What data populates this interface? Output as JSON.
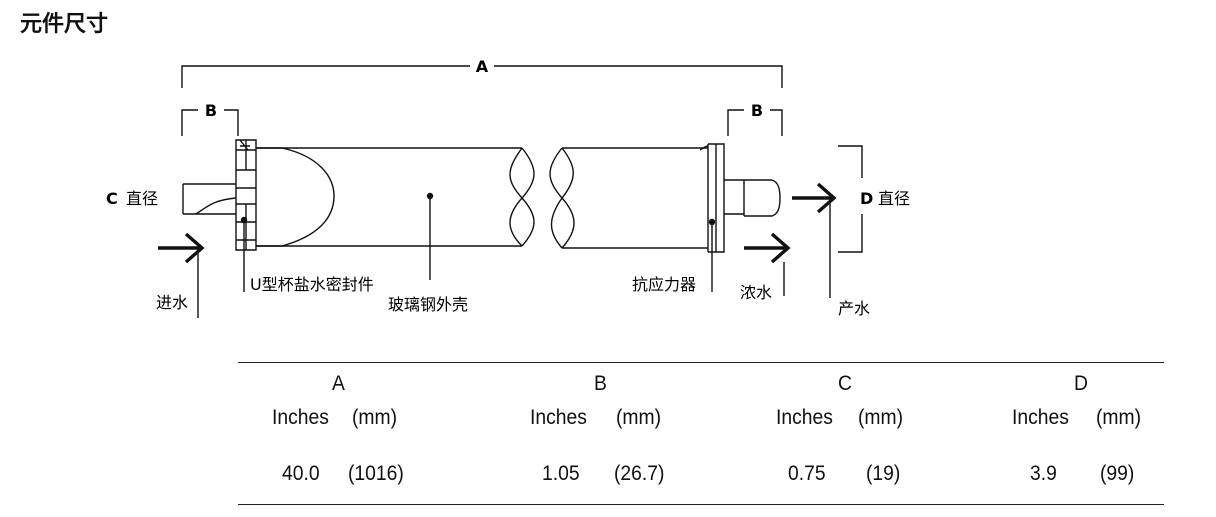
{
  "title": "元件尺寸",
  "diagram": {
    "dim_labels": {
      "a": "A",
      "b_left": "B",
      "b_right": "B",
      "c": "C",
      "d": "D"
    },
    "diameter_label": "直径",
    "callouts": {
      "feed": "进水",
      "brine_seal": "U型杯盐水密封件",
      "shell": "玻璃钢外壳",
      "anti_telescoping": "抗应力器",
      "concentrate": "浓水",
      "permeate": "产水"
    }
  },
  "table": {
    "unit_inches": "Inches",
    "unit_mm": "(mm)",
    "columns": [
      {
        "header": "A",
        "inches": "40.0",
        "mm": "(1016)"
      },
      {
        "header": "B",
        "inches": "1.05",
        "mm": "(26.7)"
      },
      {
        "header": "C",
        "inches": "0.75",
        "mm": "(19)"
      },
      {
        "header": "D",
        "inches": "3.9",
        "mm": "(99)"
      }
    ]
  }
}
